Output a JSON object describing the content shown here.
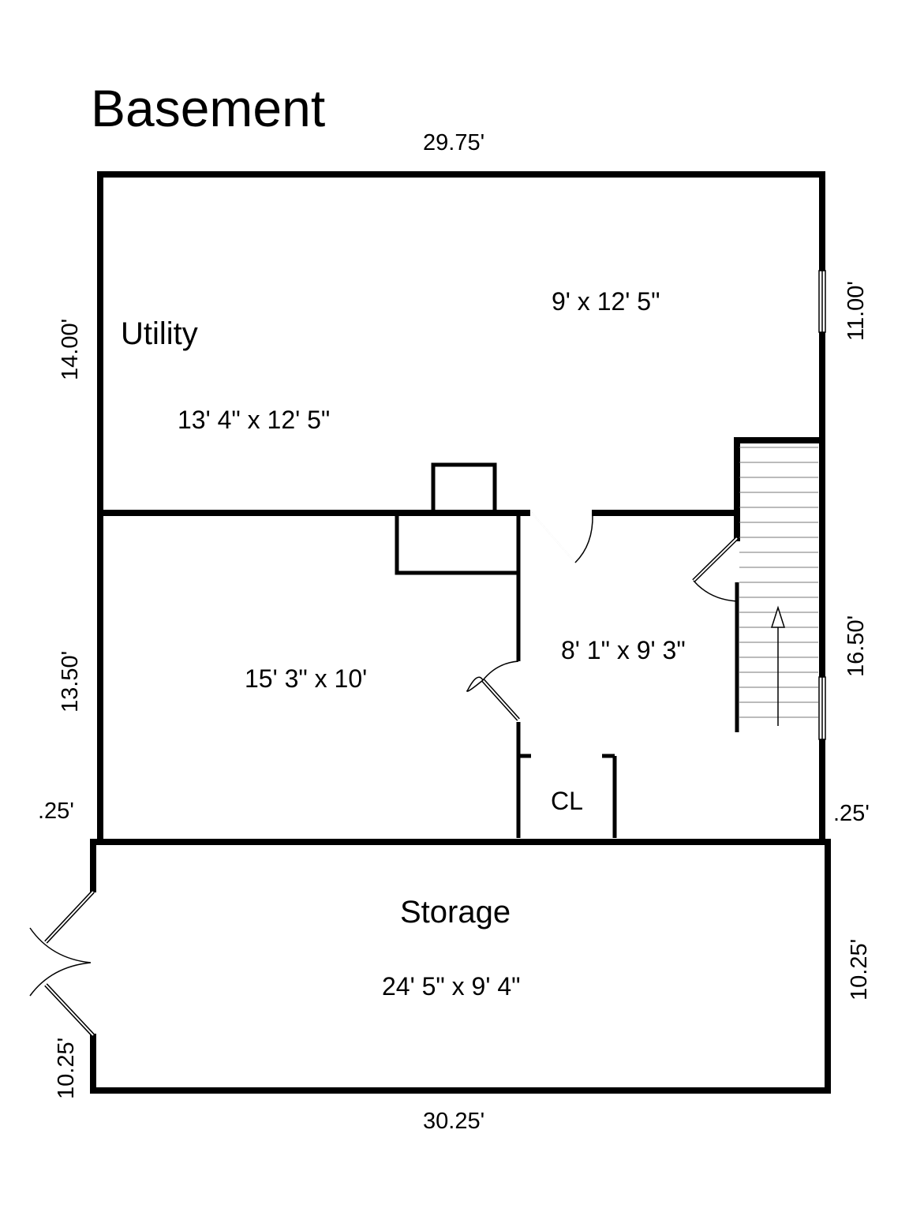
{
  "plan": {
    "title": "Basement",
    "rooms": {
      "utility": {
        "name": "Utility",
        "dims": "13' 4\" x 12' 5\""
      },
      "utility_east": {
        "dims": "9' x 12' 5\""
      },
      "south_west": {
        "dims": "15' 3\" x 10'"
      },
      "hall": {
        "dims": "8' 1\" x 9' 3\""
      },
      "closet": {
        "name": "CL"
      },
      "storage": {
        "name": "Storage",
        "dims": "24' 5\" x 9' 4\""
      }
    },
    "dimensions": {
      "top": "29.75'",
      "left_upper": "14.00'",
      "left_middle": "13.50'",
      "left_step": ".25'",
      "right_upper": "11.00'",
      "right_middle": "16.50'",
      "right_step": ".25'",
      "storage_right": "10.25'",
      "storage_left": "10.25'",
      "bottom": "30.25'"
    }
  }
}
